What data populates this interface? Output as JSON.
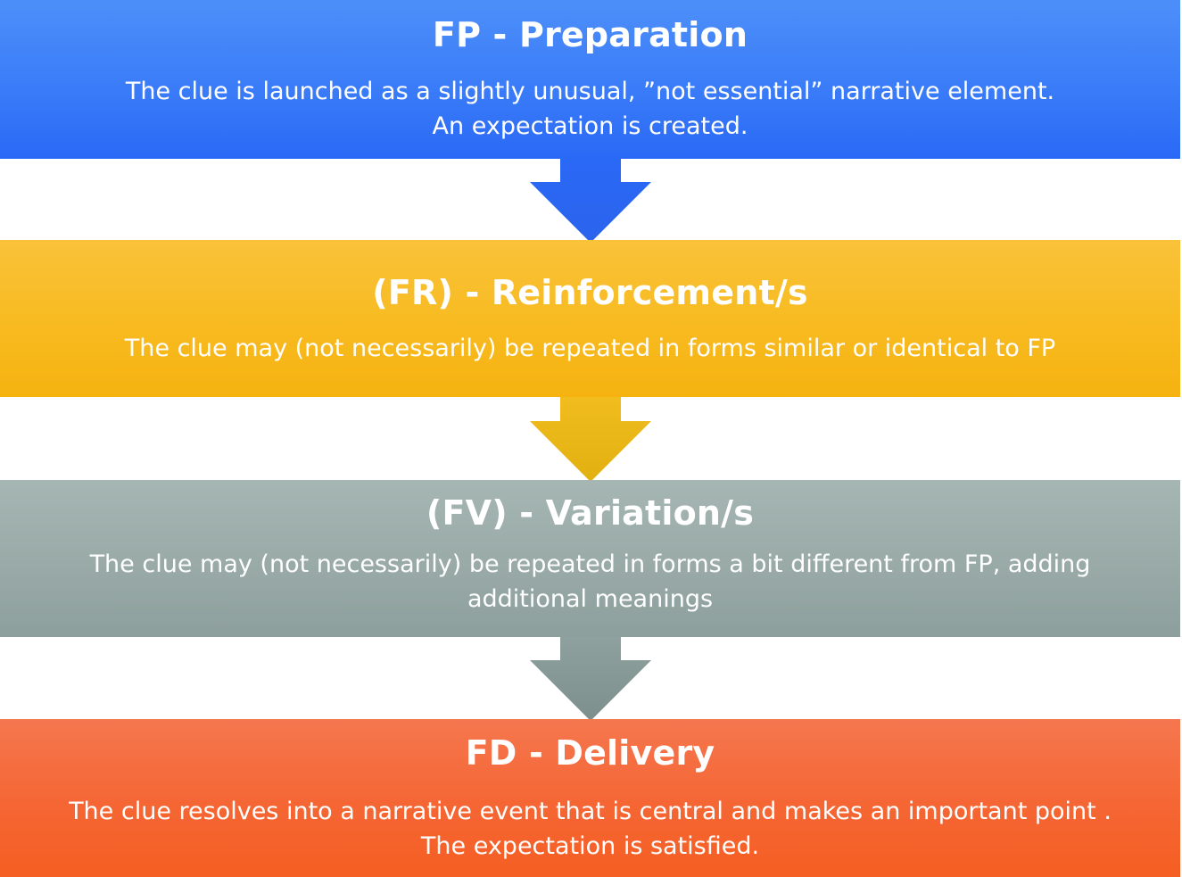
{
  "stages": [
    {
      "title": "FP - Preparation",
      "lines": [
        "The clue is launched as a slightly unusual, ”not essential” narrative element.",
        "An expectation is created."
      ]
    },
    {
      "title": "(FR) - Reinforcement/s",
      "lines": [
        "The clue may (not necessarily) be repeated in forms similar or identical to FP"
      ]
    },
    {
      "title": "(FV) - Variation/s",
      "lines": [
        "The clue may (not necessarily) be repeated in forms a bit different from FP, adding",
        "additional meanings"
      ]
    },
    {
      "title": "FD - Delivery",
      "lines": [
        "The clue resolves into a narrative event that is central and makes an important point .",
        "The expectation is satisfied."
      ]
    }
  ],
  "colors": {
    "preparation": "#3c7ef8",
    "reinforcement": "#f8bb22",
    "variation": "#9aaba8",
    "delivery": "#f56736"
  }
}
